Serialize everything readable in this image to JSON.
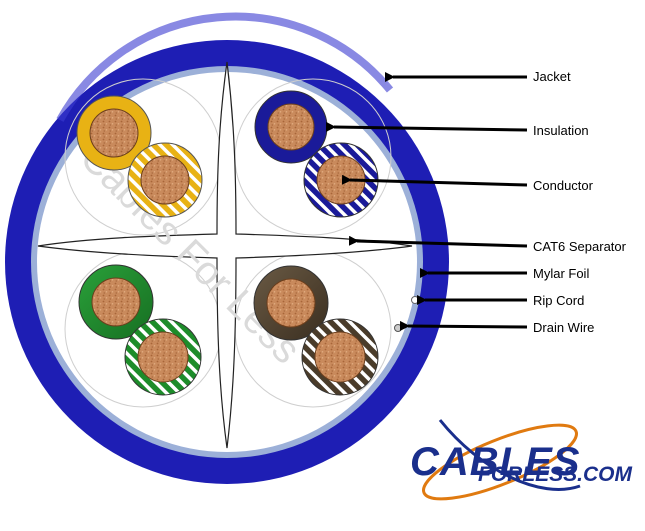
{
  "labels": {
    "jacket": "Jacket",
    "insulation": "Insulation",
    "conductor": "Conductor",
    "separator": "CAT6 Separator",
    "mylar_foil": "Mylar Foil",
    "rip_cord": "Rip Cord",
    "drain_wire": "Drain Wire"
  },
  "watermark": "Cables For Less",
  "logo": {
    "line1": "CABLES",
    "line2": "FORLESS.COM"
  },
  "colors": {
    "jacket": "#1e1eb4",
    "foil": "#9cb0d8",
    "copper": "#c9895a",
    "orange_pair": "#e8b214",
    "blue_pair": "#1a1a99",
    "green_pair": "#1d8c2a",
    "brown_pair": "#5a4a34",
    "logo_text": "#1a2f8c",
    "logo_swoosh": "#e07a10"
  },
  "icons": [
    "arrow-icon"
  ]
}
